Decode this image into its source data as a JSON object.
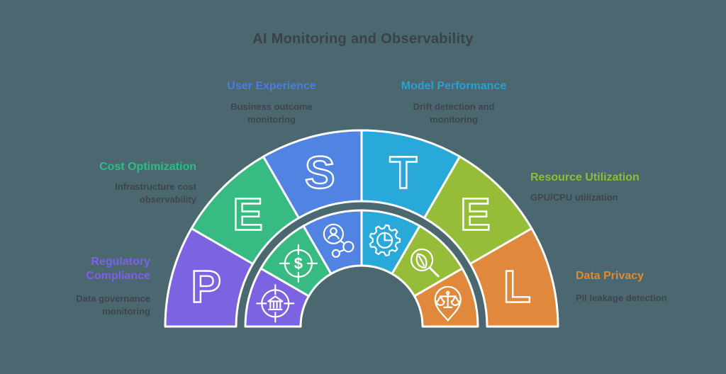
{
  "background": "#4b6770",
  "title": "AI Monitoring and Observability",
  "title_color": "#3a4347",
  "sub_text_color": "#3d464b",
  "callouts": {
    "user_experience": {
      "heading": "User Experience",
      "sub": "Business outcome monitoring",
      "color": "#4a7be6"
    },
    "model_performance": {
      "heading": "Model Performance",
      "sub": "Drift detection and monitoring",
      "color": "#2b9fd2"
    },
    "cost_optimization": {
      "heading": "Cost Optimization",
      "sub": "Infrastructure cost observability",
      "color": "#2cbc84"
    },
    "resource_utilization": {
      "heading": "Resource Utilization",
      "sub": "GPU/CPU utilization",
      "color": "#8fbd32"
    },
    "regulatory_compliance": {
      "heading": "Regulatory Compliance",
      "sub": "Data governance monitoring",
      "color": "#7d60e9"
    },
    "data_privacy": {
      "heading": "Data Privacy",
      "sub": "PII leakage detection",
      "color": "#e0892f"
    }
  },
  "arch": {
    "acronym": "PESTEL",
    "stroke_color": "#ffffff",
    "segments": [
      {
        "letter": "P",
        "color": "#7c63e2",
        "icon": "bank-target-icon"
      },
      {
        "letter": "E",
        "color": "#38bb82",
        "icon": "dollar-target-icon"
      },
      {
        "letter": "S",
        "color": "#5183e3",
        "icon": "person-network-icon"
      },
      {
        "letter": "T",
        "color": "#29a8da",
        "icon": "gear-pie-icon"
      },
      {
        "letter": "E",
        "color": "#96bd38",
        "icon": "leaf-magnifier-icon"
      },
      {
        "letter": "L",
        "color": "#e0883c",
        "icon": "scales-pin-icon"
      }
    ],
    "dollar_glyph": "$"
  }
}
